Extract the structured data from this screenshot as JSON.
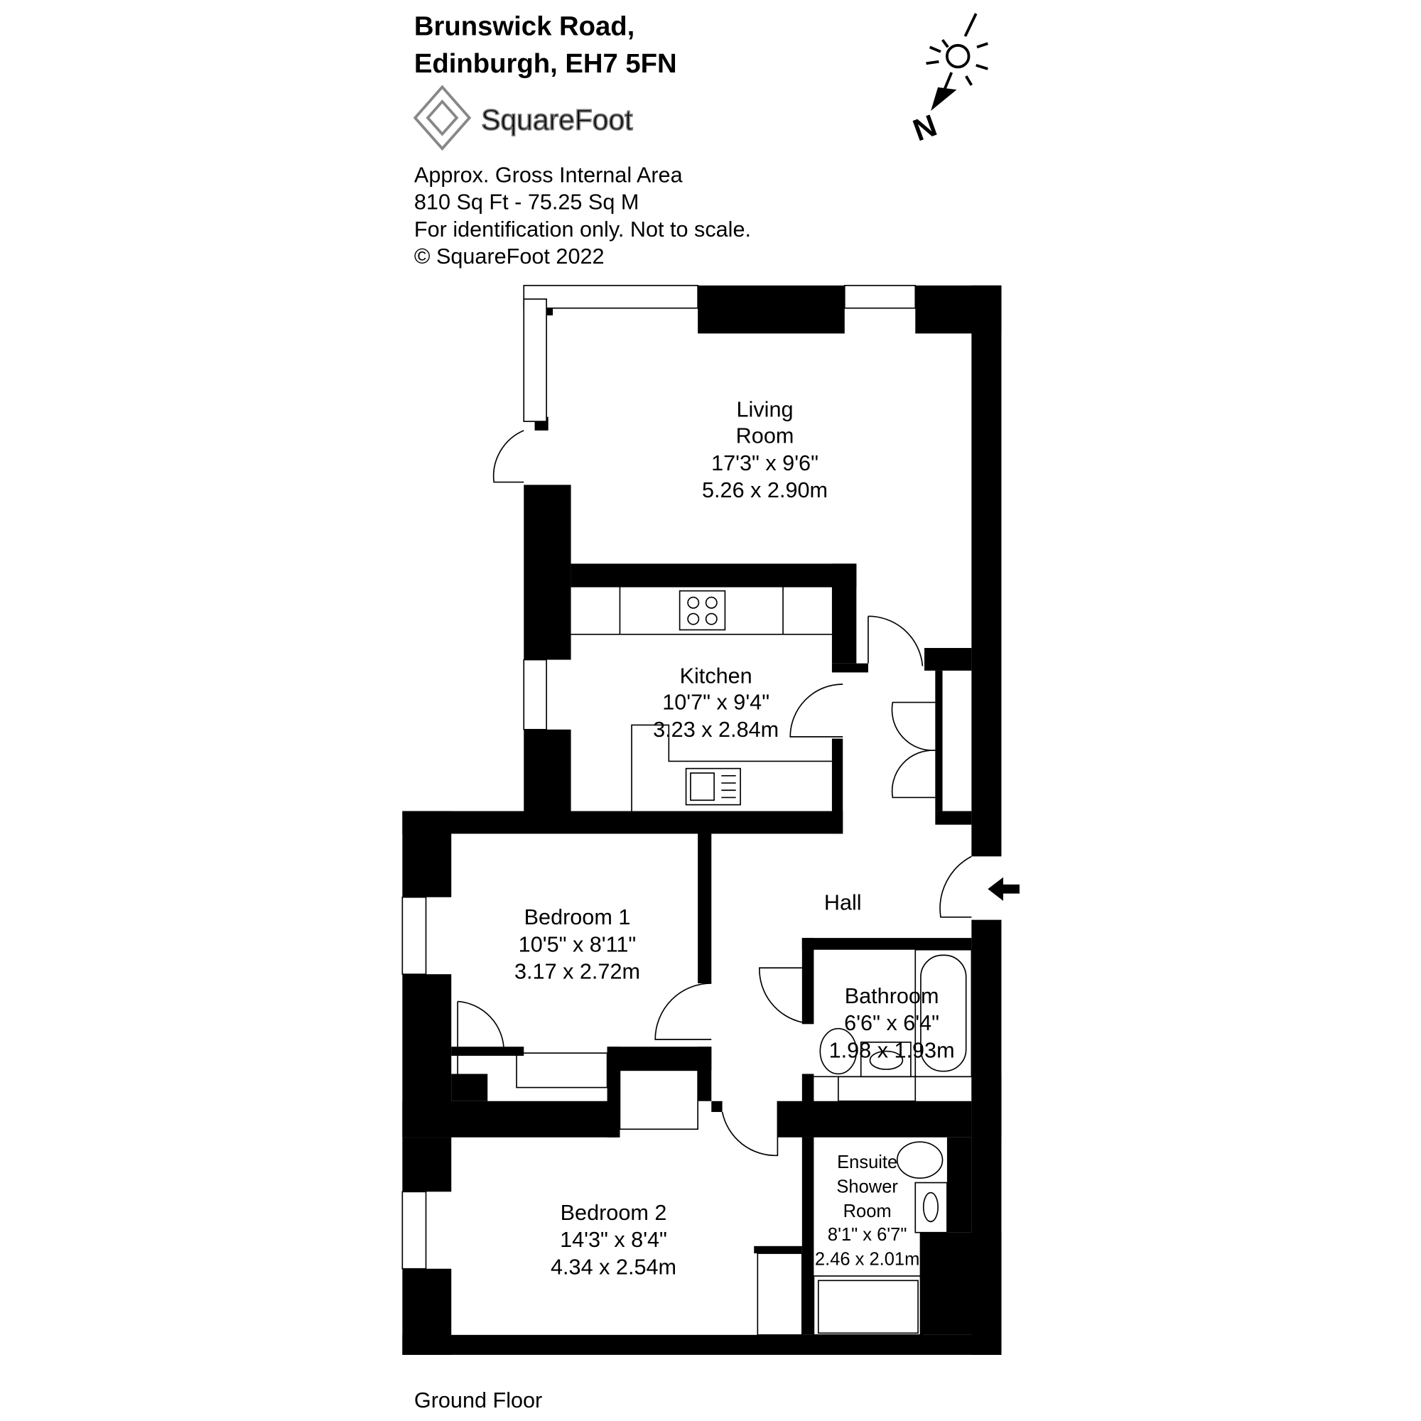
{
  "header": {
    "address_line1": "Brunswick Road,",
    "address_line2": "Edinburgh, EH7 5FN",
    "logo_text": "SquareFoot",
    "area_label": "Approx. Gross Internal Area",
    "area_value": "810 Sq Ft  -  75.25 Sq M",
    "disclaimer": "For identification only. Not to scale.",
    "copyright": "© SquareFoot 2022"
  },
  "compass": {
    "label": "N",
    "icon": "sun-north-compass-icon"
  },
  "rooms": [
    {
      "name_lines": [
        "Living",
        "Room"
      ],
      "imperial": "17'3\" x 9'6\"",
      "metric": "5.26 x 2.90m"
    },
    {
      "name_lines": [
        "Kitchen"
      ],
      "imperial": "10'7\" x 9'4\"",
      "metric": "3.23 x 2.84m"
    },
    {
      "name_lines": [
        "Hall"
      ]
    },
    {
      "name_lines": [
        "Bedroom 1"
      ],
      "imperial": "10'5\" x 8'11\"",
      "metric": "3.17 x 2.72m"
    },
    {
      "name_lines": [
        "Bathroom"
      ],
      "imperial": "6'6\" x 6'4\"",
      "metric": "1.98 x 1.93m"
    },
    {
      "name_lines": [
        "Ensuite",
        "Shower",
        "Room"
      ],
      "imperial": "8'1\" x 6'7\"",
      "metric": "2.46 x 2.01m"
    },
    {
      "name_lines": [
        "Bedroom 2"
      ],
      "imperial": "14'3\" x 8'4\"",
      "metric": "4.34 x 2.54m"
    }
  ],
  "floor_label": "Ground Floor",
  "colors": {
    "walls": "#000000",
    "background": "#ffffff",
    "logo": "#888888"
  }
}
